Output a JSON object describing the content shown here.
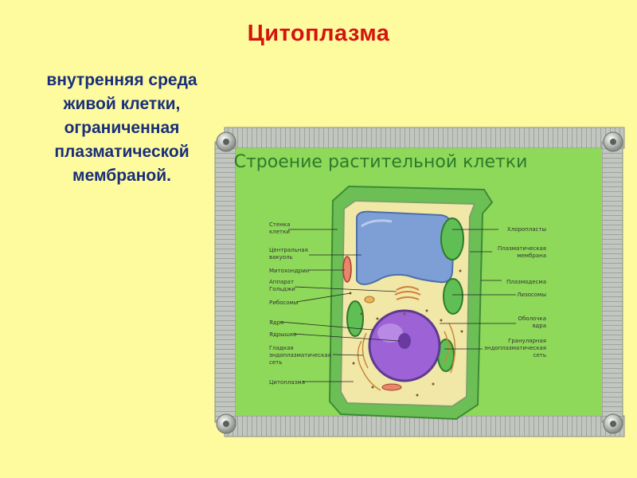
{
  "title": "Цитоплазма",
  "definition": {
    "lines": [
      "внутренняя среда",
      "живой клетки,",
      "ограниченная",
      "плазматической",
      "мембраной."
    ]
  },
  "diagram": {
    "title": "Строение растительной клетки",
    "colors": {
      "background": "#8ed85a",
      "frame": "#b9bdb7",
      "wall": "#6cbf55",
      "cytoplasm": "#f1e7a7",
      "vacuole": "#7e9fd6",
      "nucleus": "#9d63d6"
    },
    "labels_left": [
      "Стенка",
      "клетки",
      "Центральная",
      "вакуоль",
      "Митохондрии",
      "Аппарат",
      "Гольджи",
      "Рибосомы",
      "Ядро",
      "Ядрышко",
      "Гладкая",
      "эндоплазматическая",
      "сеть",
      "Цитоплазма"
    ],
    "labels_right": [
      "Хлоропласты",
      "Плазматическая",
      "мембрана",
      "Плазмодесма",
      "Лизосомы",
      "Оболочка",
      "ядра",
      "Гранулярная",
      "эндоплазматическая",
      "сеть"
    ]
  }
}
